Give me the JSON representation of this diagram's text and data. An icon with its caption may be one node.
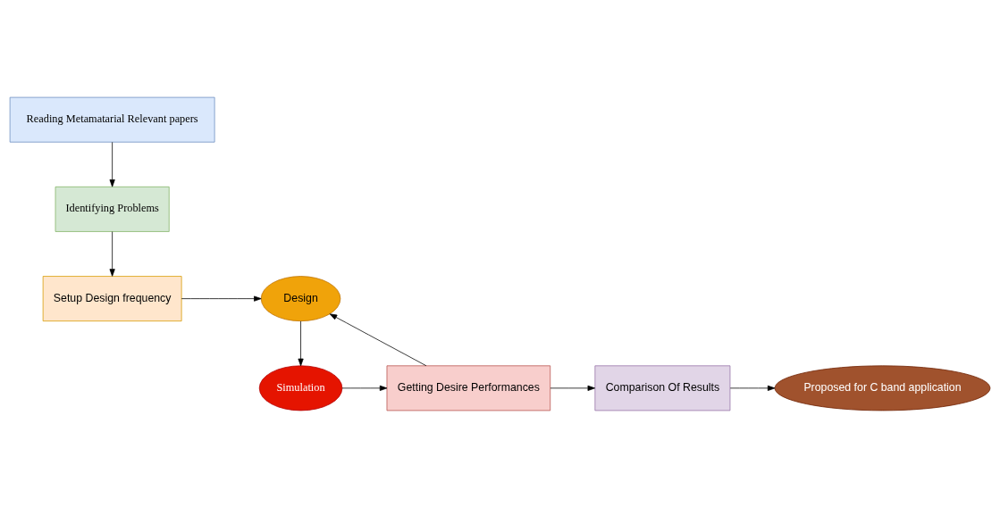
{
  "diagram": {
    "nodes": [
      {
        "text": [
          "Reading Metamatarial Relevant papers"
        ]
      },
      {
        "text": [
          "Identifying Problems"
        ]
      },
      {
        "text": [
          "Setup Design frequency"
        ]
      },
      {
        "text": [
          "Design"
        ]
      },
      {
        "text": [
          "Simulation"
        ]
      },
      {
        "text": [
          "Getting Desire Performances"
        ]
      },
      {
        "text": [
          "Comparison Of Results"
        ]
      },
      {
        "text": [
          "Proposed for C band application"
        ]
      }
    ],
    "edges": [
      {
        "from": 0,
        "to": 1,
        "arrow": "to"
      },
      {
        "from": 1,
        "to": 2,
        "arrow": "to"
      },
      {
        "from": 2,
        "to": 3,
        "arrow": "to"
      },
      {
        "from": 3,
        "to": 4,
        "arrow": "to"
      },
      {
        "from": 4,
        "to": 5,
        "arrow": "to"
      },
      {
        "from": 5,
        "to": 3,
        "arrow": "to"
      },
      {
        "from": 5,
        "to": 6,
        "arrow": "to"
      },
      {
        "from": 6,
        "to": 7,
        "arrow": "to"
      }
    ]
  }
}
